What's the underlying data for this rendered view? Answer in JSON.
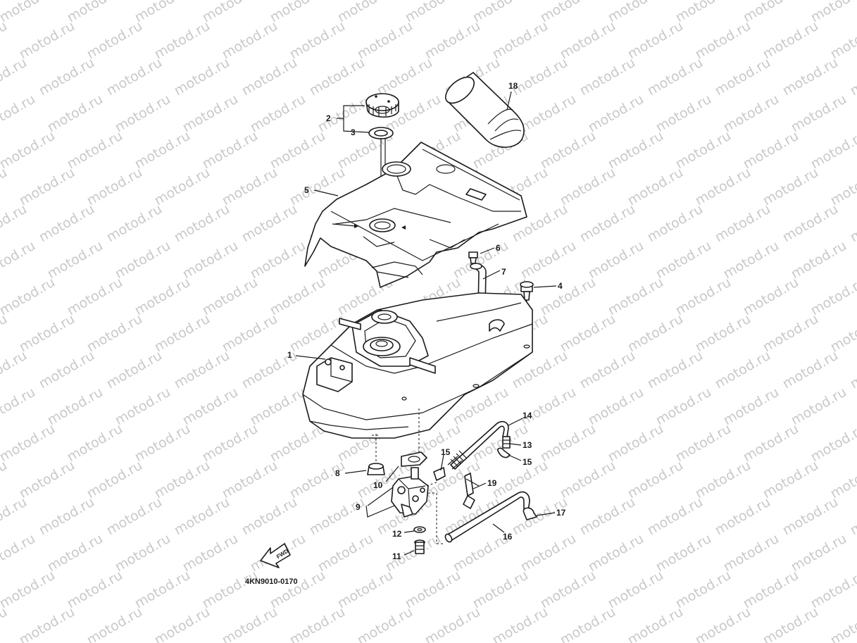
{
  "watermark": "motod.ru",
  "diagram_code": "4KN9010-0170",
  "fwd_label": "FWD",
  "callouts": [
    "1",
    "2",
    "3",
    "4",
    "5",
    "6",
    "7",
    "8",
    "9",
    "10",
    "11",
    "12",
    "13",
    "14",
    "15",
    "15",
    "16",
    "17",
    "18",
    "19"
  ],
  "colors": {
    "line": "#1a1a1a",
    "watermark": "#c9c9c9",
    "background": "#ffffff"
  }
}
